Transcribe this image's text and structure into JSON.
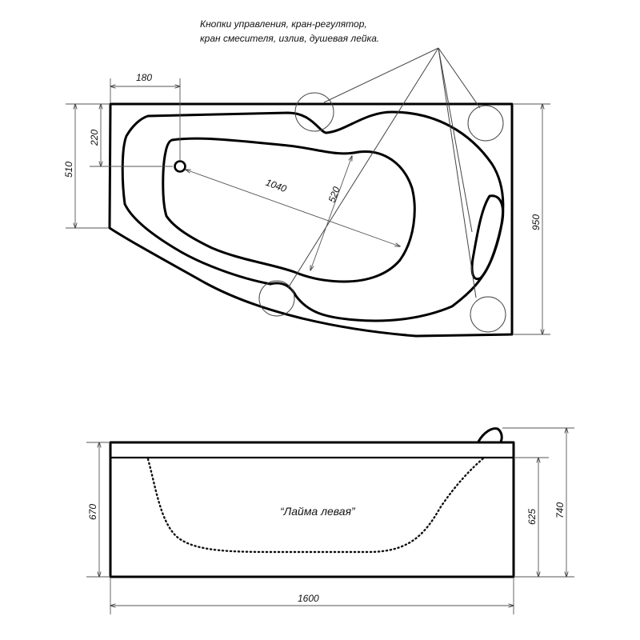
{
  "annotation": {
    "line1": "Кнопки управления, кран-регулятор,",
    "line2": "кран смесителя, излив, душевая лейка."
  },
  "model_name": "“Лайма левая”",
  "dimensions": {
    "top_offset_x": "180",
    "drain_offset_y": "220",
    "left_height": "510",
    "inner_length": "1040",
    "inner_width": "520",
    "total_width": "950",
    "front_height": "670",
    "apron_height": "625",
    "total_height": "740",
    "total_length": "1600"
  }
}
